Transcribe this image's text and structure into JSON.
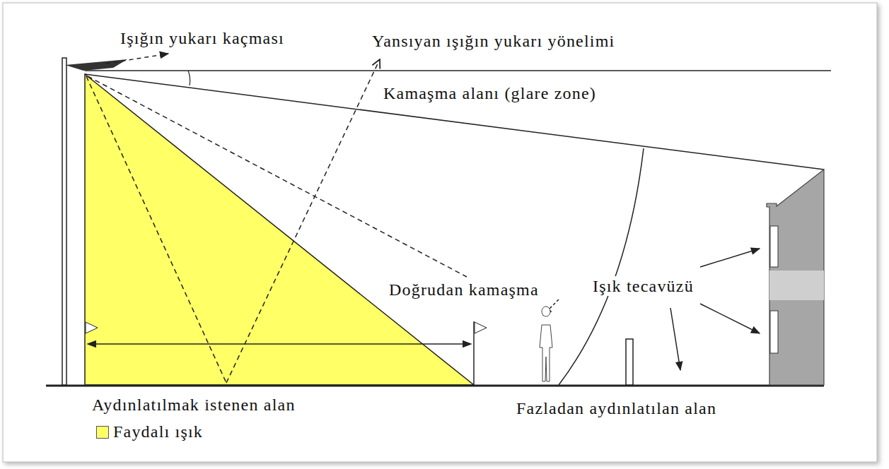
{
  "diagram": {
    "labels": [
      "Işığın yukarı kaçması",
      "Yansıyan ışığın yukarı yönelimi",
      "Kamaşma alanı (glare zone)",
      "Doğrudan kamaşma",
      "Işık tecavüzü",
      "Aydınlatılmak istenen alan",
      "Fazladan aydınlatılan alan"
    ],
    "legend": [
      {
        "text": "Faydalı ışık",
        "color": "#ffff66"
      }
    ]
  }
}
